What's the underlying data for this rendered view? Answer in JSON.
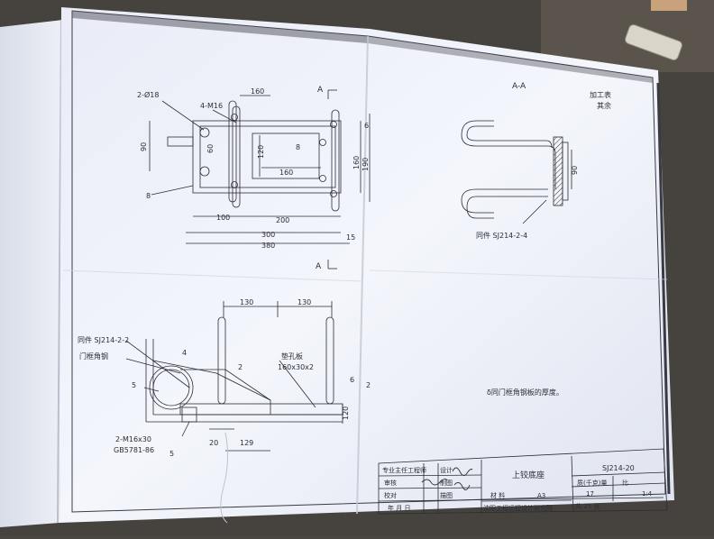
{
  "drawing": {
    "section_label": "A-A",
    "section_mark": "A",
    "roughness_note_1": "加工表",
    "roughness_note_2": "其余",
    "note": "δ同门框角钢板的厚度。",
    "top_view": {
      "hole_spec": "2-Ø18",
      "thread_spec": "4-M16",
      "dim_160_top": "160",
      "dim_120": "120",
      "dim_160_inner": "160",
      "dim_90": "90",
      "dim_60": "60",
      "dim_8": "8",
      "dim_6": "6",
      "dim_160_right": "160",
      "dim_190": "190",
      "dim_100": "100",
      "dim_200": "200",
      "dim_300": "300",
      "dim_380": "380",
      "dim_15": "15",
      "weld_8": "8"
    },
    "section_view": {
      "ref": "同件 SJ214-2-4",
      "dim_90": "90"
    },
    "front_view": {
      "dim_130_left": "130",
      "dim_130_right": "130",
      "ref_same_part": "同件 SJ214-2-2",
      "door_frame": "门框角钢",
      "plate": "垫孔板",
      "plate_size": "160x30x2",
      "weld_4": "4",
      "weld_5": "5",
      "weld_2": "2",
      "weld_6": "6",
      "weld_2b": "2",
      "bolt_spec": "2-M16x30",
      "bolt_std": "GB5781-86",
      "dim_20": "20",
      "dim_129": "129",
      "dim_120": "120",
      "dim_5": "5"
    },
    "title_block": {
      "row1": [
        "专业主任工程师",
        "设计",
        "审核",
        "制图"
      ],
      "row2_label": "校对",
      "row2_b": "描图",
      "title": "上铰底座",
      "drawing_no": "SJ214-20",
      "weight_label": "质(千克)量",
      "ratio_label": "比",
      "material_label": "材 料",
      "material": "A3",
      "weight": "17",
      "ratio": "1:4",
      "sheet_total": "共 25 张",
      "org": "沈阳工程远程设计研究院",
      "bottom_left": "年 月 日"
    }
  }
}
